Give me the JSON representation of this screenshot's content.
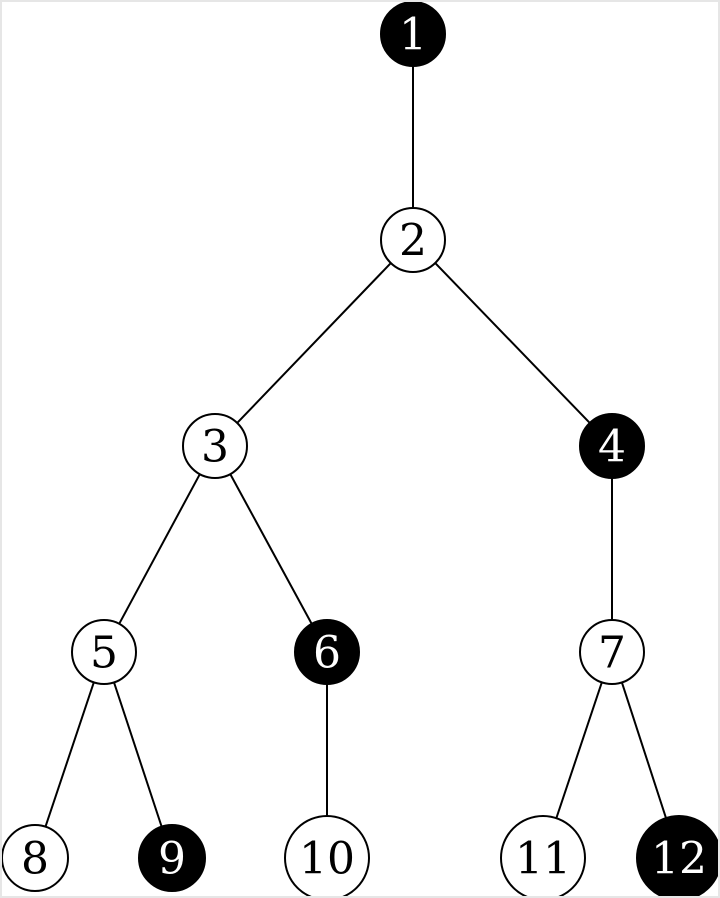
{
  "nodes": [
    {
      "id": "1",
      "label": "1",
      "filled": true
    },
    {
      "id": "2",
      "label": "2",
      "filled": false
    },
    {
      "id": "3",
      "label": "3",
      "filled": false
    },
    {
      "id": "4",
      "label": "4",
      "filled": true
    },
    {
      "id": "5",
      "label": "5",
      "filled": false
    },
    {
      "id": "6",
      "label": "6",
      "filled": true
    },
    {
      "id": "7",
      "label": "7",
      "filled": false
    },
    {
      "id": "8",
      "label": "8",
      "filled": false
    },
    {
      "id": "9",
      "label": "9",
      "filled": true
    },
    {
      "id": "10",
      "label": "10",
      "filled": false
    },
    {
      "id": "11",
      "label": "11",
      "filled": false
    },
    {
      "id": "12",
      "label": "12",
      "filled": true
    }
  ],
  "edges": [
    [
      "1",
      "2"
    ],
    [
      "2",
      "3"
    ],
    [
      "2",
      "4"
    ],
    [
      "3",
      "5"
    ],
    [
      "3",
      "6"
    ],
    [
      "4",
      "7"
    ],
    [
      "5",
      "8"
    ],
    [
      "5",
      "9"
    ],
    [
      "6",
      "10"
    ],
    [
      "7",
      "11"
    ],
    [
      "7",
      "12"
    ]
  ],
  "colors": {
    "filled": "#000000",
    "empty": "#ffffff",
    "stroke": "#000000"
  }
}
